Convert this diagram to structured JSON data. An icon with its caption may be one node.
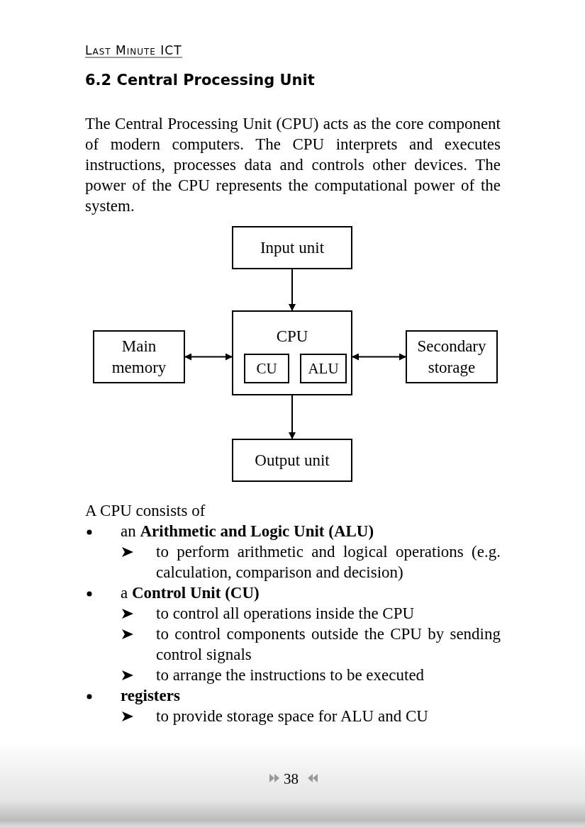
{
  "diagram": {
    "title": "6.2 Central Processing Unit",
    "nodes": [
      {
        "text": [
          "Input unit"
        ]
      },
      {
        "text": [
          "CPU"
        ]
      },
      {
        "text": [
          "CU"
        ],
        "in": 1
      },
      {
        "text": [
          "ALU"
        ],
        "in": 1
      },
      {
        "text": [
          "Main memory"
        ]
      },
      {
        "text": [
          "Secondary storage"
        ]
      },
      {
        "text": [
          "Output unit"
        ]
      }
    ],
    "edges": [
      {
        "from": 0,
        "to": 1,
        "arrow": "to"
      },
      {
        "from": 4,
        "to": 1,
        "arrow": "both"
      },
      {
        "from": 1,
        "to": 5,
        "arrow": "both"
      },
      {
        "from": 1,
        "to": 6,
        "arrow": "to"
      }
    ],
    "labels": [
      "Last Minute ICT",
      "The Central Processing Unit (CPU) acts as the core component of modern computers. The CPU interprets and executes instructions, processes data and controls other devices. The power of the CPU represents the computational power of the system.",
      "A CPU consists of",
      "an **Arithmetic and Logic Unit (ALU)**",
      "to perform arithmetic and logical operations (e.g. calculation, comparison and decision)",
      "a **Control Unit (CU)**",
      "to control all operations inside the CPU",
      "to control components outside the CPU by sending control signals",
      "to arrange the instructions to be executed",
      "registers",
      "to provide storage space for ALU and CU",
      "38"
    ]
  }
}
